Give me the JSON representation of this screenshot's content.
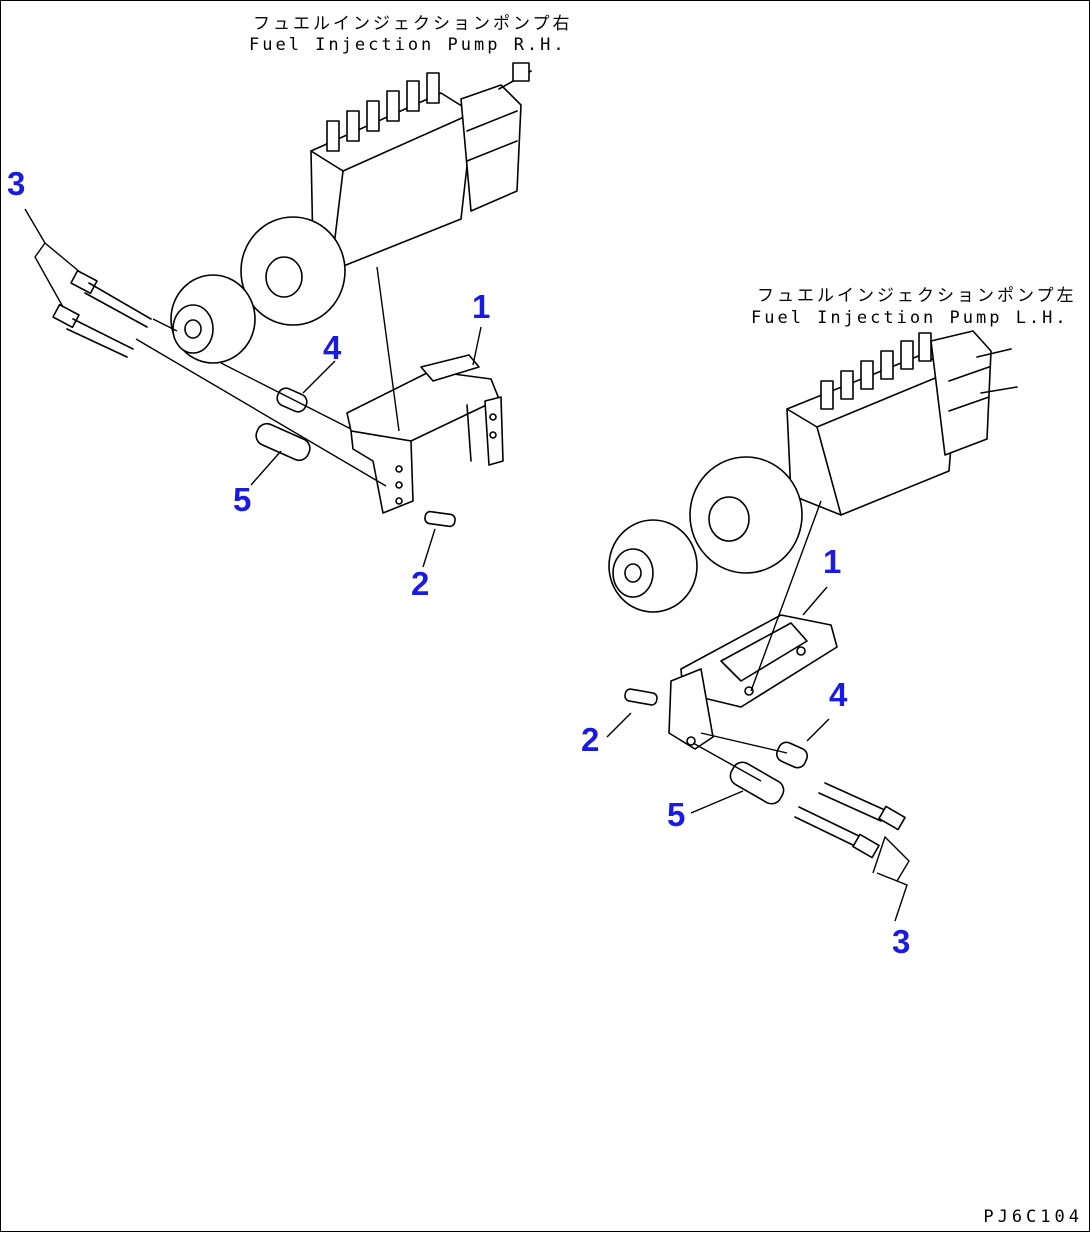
{
  "captions": {
    "rh_jp": "フュエルインジェクションポンプ右",
    "rh_en": "Fuel Injection Pump R.H.",
    "lh_jp": "フュエルインジェクションポンプ左",
    "lh_en": "Fuel Injection Pump L.H."
  },
  "callouts": {
    "rh": {
      "c1": "1",
      "c2": "2",
      "c3": "3",
      "c4": "4",
      "c5": "5"
    },
    "lh": {
      "c1": "1",
      "c2": "2",
      "c3": "3",
      "c4": "4",
      "c5": "5"
    }
  },
  "drawing_code": "PJ6C104",
  "colors": {
    "callout": "#1a1ae6",
    "line": "#000000"
  }
}
